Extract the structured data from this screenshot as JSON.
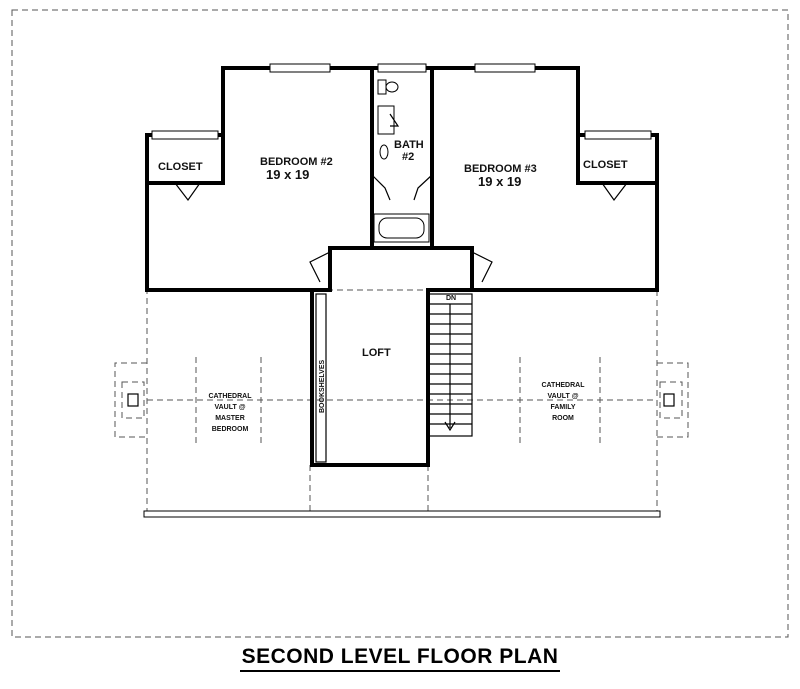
{
  "title": "SECOND LEVEL FLOOR PLAN",
  "rooms": {
    "bedroom2": {
      "name": "BEDROOM #2",
      "size": "19 x 19"
    },
    "bedroom3": {
      "name": "BEDROOM #3",
      "size": "19 x 19"
    },
    "bath2": {
      "name": "BATH",
      "number": "#2"
    },
    "closet_left": "CLOSET",
    "closet_right": "CLOSET",
    "loft": "LOFT",
    "bookshelves": "BOOKSHELVES",
    "stair_dn": "DN"
  },
  "vaults": {
    "master": [
      "CATHEDRAL",
      "VAULT @",
      "MASTER",
      "BEDROOM"
    ],
    "family": [
      "CATHEDRAL",
      "VAULT @",
      "FAMILY",
      "ROOM"
    ]
  },
  "colors": {
    "line": "#000000",
    "dashed": "#555555",
    "background": "#ffffff"
  }
}
